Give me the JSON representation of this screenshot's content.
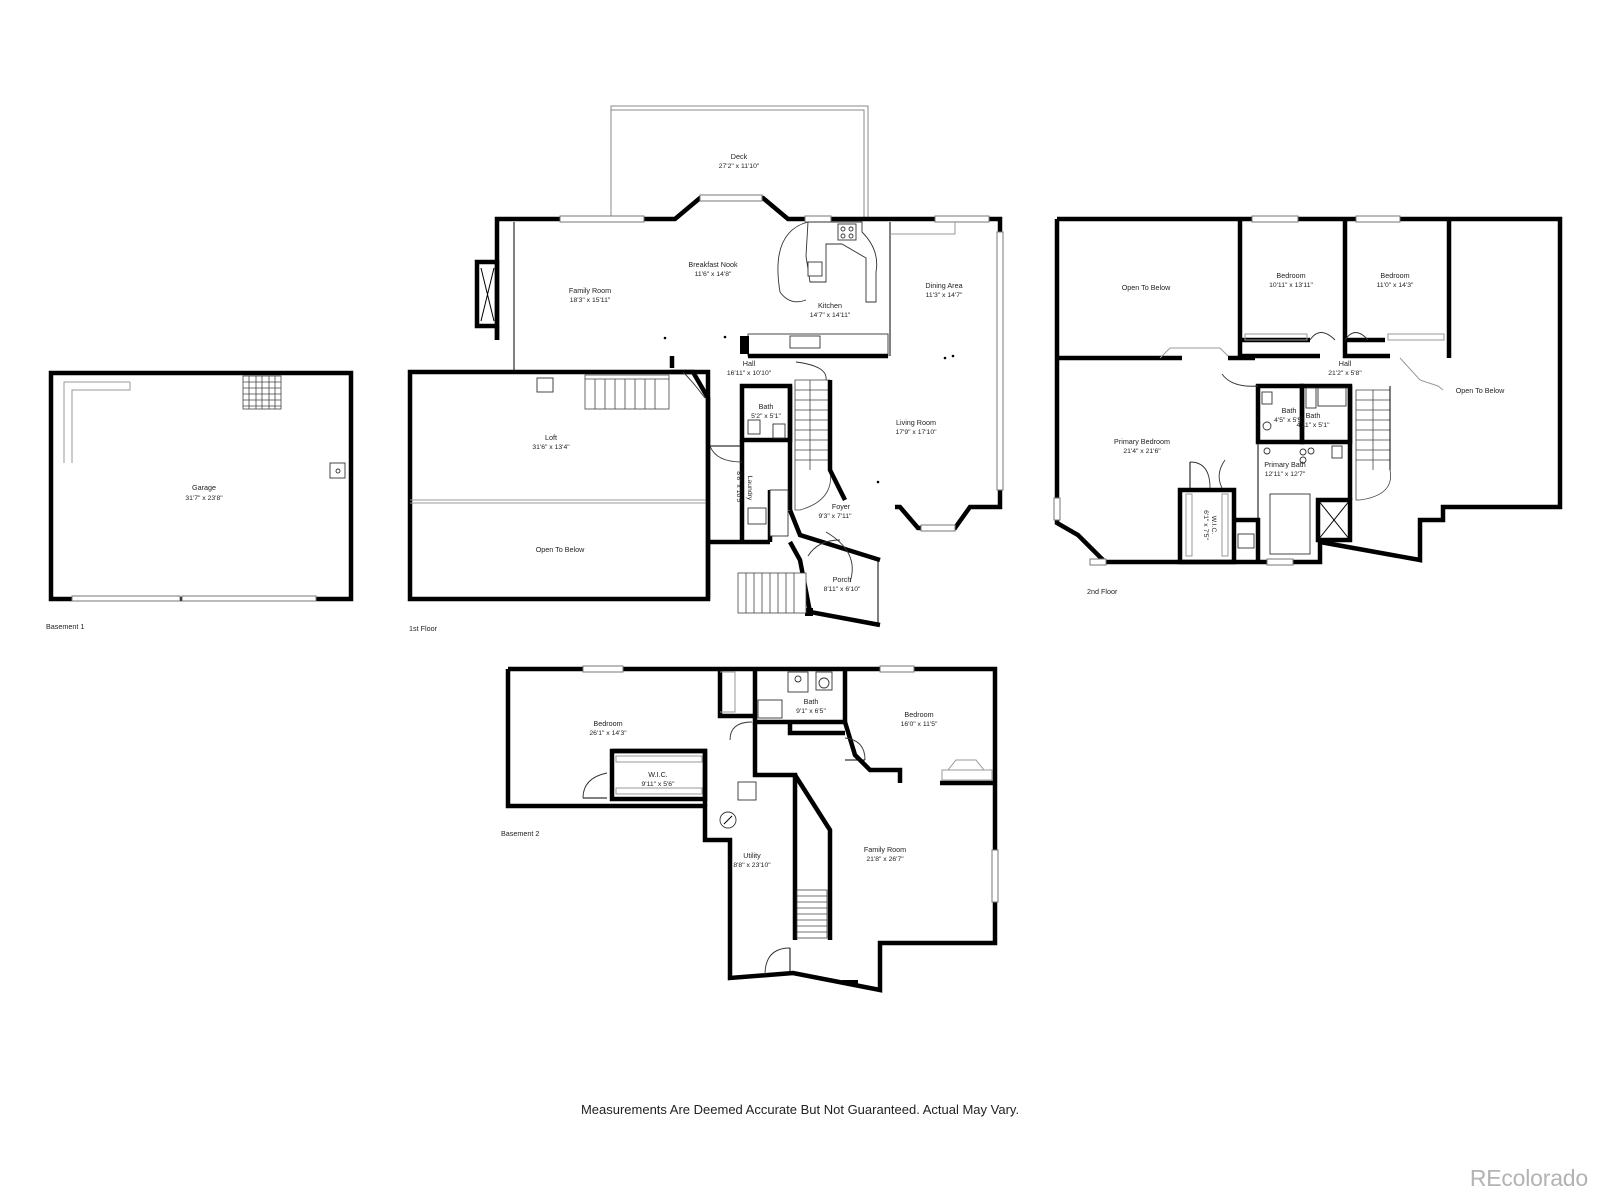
{
  "floors": {
    "basement1": {
      "label": "Basement 1",
      "rooms": {
        "garage": {
          "name": "Garage",
          "dims": "31'7\" x 23'8\""
        }
      }
    },
    "floor1": {
      "label": "1st Floor",
      "rooms": {
        "deck": {
          "name": "Deck",
          "dims": "27'2\" x 11'10\""
        },
        "family_room": {
          "name": "Family Room",
          "dims": "18'3\" x 15'11\""
        },
        "breakfast_nook": {
          "name": "Breakfast Nook",
          "dims": "11'6\" x 14'8\""
        },
        "kitchen": {
          "name": "Kitchen",
          "dims": "14'7\" x 14'11\""
        },
        "dining_area": {
          "name": "Dining Area",
          "dims": "11'3\" x 14'7\""
        },
        "hall": {
          "name": "Hall",
          "dims": "16'11\" x 10'10\""
        },
        "bath": {
          "name": "Bath",
          "dims": "5'2\" x 5'1\""
        },
        "loft": {
          "name": "Loft",
          "dims": "31'6\" x 13'4\""
        },
        "laundry": {
          "name": "Laundry",
          "dims": "8'8\" x 10'5\""
        },
        "living_room": {
          "name": "Living Room",
          "dims": "17'9\" x 17'10\""
        },
        "foyer": {
          "name": "Foyer",
          "dims": "9'3\" x 7'11\""
        },
        "porch": {
          "name": "Porch",
          "dims": "8'11\" x 6'10\""
        },
        "open_to_below": {
          "name": "Open To Below"
        }
      }
    },
    "floor2": {
      "label": "2nd Floor",
      "rooms": {
        "open_to_below_left": {
          "name": "Open To Below"
        },
        "bedroom_a": {
          "name": "Bedroom",
          "dims": "10'11\" x 13'11\""
        },
        "bedroom_b": {
          "name": "Bedroom",
          "dims": "11'0\" x 14'3\""
        },
        "hall": {
          "name": "Hall",
          "dims": "21'2\" x 5'8\""
        },
        "open_to_below_right": {
          "name": "Open To Below"
        },
        "primary_bedroom": {
          "name": "Primary Bedroom",
          "dims": "21'4\" x 21'6\""
        },
        "bath_a": {
          "name": "Bath",
          "dims": "4'5\" x 5'5\""
        },
        "bath_b": {
          "name": "Bath",
          "dims": "4'11\" x 5'1\""
        },
        "primary_bath": {
          "name": "Primary Bath",
          "dims": "12'11\" x 12'7\""
        },
        "wic": {
          "name": "W.I.C.",
          "dims": "6'1\" x 7'5\""
        }
      }
    },
    "basement2": {
      "label": "Basement 2",
      "rooms": {
        "bedroom_left": {
          "name": "Bedroom",
          "dims": "26'1\" x 14'3\""
        },
        "wic": {
          "name": "W.I.C.",
          "dims": "9'11\" x 5'6\""
        },
        "bath": {
          "name": "Bath",
          "dims": "9'1\" x 6'5\""
        },
        "bedroom_right": {
          "name": "Bedroom",
          "dims": "16'0\" x 11'5\""
        },
        "utility": {
          "name": "Utility",
          "dims": "8'8\" x 23'10\""
        },
        "family_room": {
          "name": "Family Room",
          "dims": "21'8\" x 26'7\""
        }
      }
    }
  },
  "disclaimer": "Measurements Are Deemed Accurate But Not Guaranteed. Actual May Vary.",
  "watermark": "REcolorado",
  "colors": {
    "walls": "#000000",
    "thin_lines": "#888888",
    "watermark": "#b3b3b3",
    "background": "#ffffff"
  }
}
